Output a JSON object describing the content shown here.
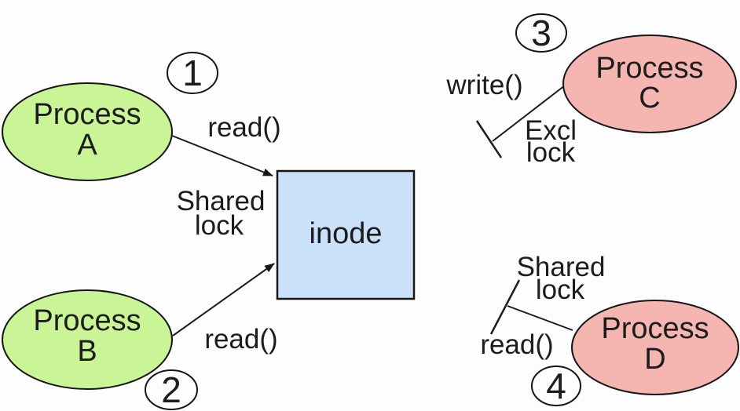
{
  "diagram": {
    "colors": {
      "background": "#fdfdfd",
      "process_reader_fill": "#caf596",
      "process_writer_fill": "#f5b6b2",
      "inode_fill": "#c9e1f9",
      "outline": "#161616",
      "text": "#1c1c1c"
    },
    "nodes": {
      "process_a": {
        "line1": "Process",
        "line2": "A"
      },
      "process_b": {
        "line1": "Process",
        "line2": "B"
      },
      "process_c": {
        "line1": "Process",
        "line2": "C"
      },
      "process_d": {
        "line1": "Process",
        "line2": "D"
      },
      "inode": {
        "label": "inode"
      }
    },
    "steps": {
      "one": "1",
      "two": "2",
      "three": "3",
      "four": "4"
    },
    "labels": {
      "read_a": "read()",
      "read_b": "read()",
      "read_d": "read()",
      "write_c": "write()",
      "shared_lock_center_line1": "Shared",
      "shared_lock_center_line2": "lock",
      "excl_lock_line1": "Excl",
      "excl_lock_line2": "lock",
      "shared_lock_d_line1": "Shared",
      "shared_lock_d_line2": "lock"
    }
  }
}
